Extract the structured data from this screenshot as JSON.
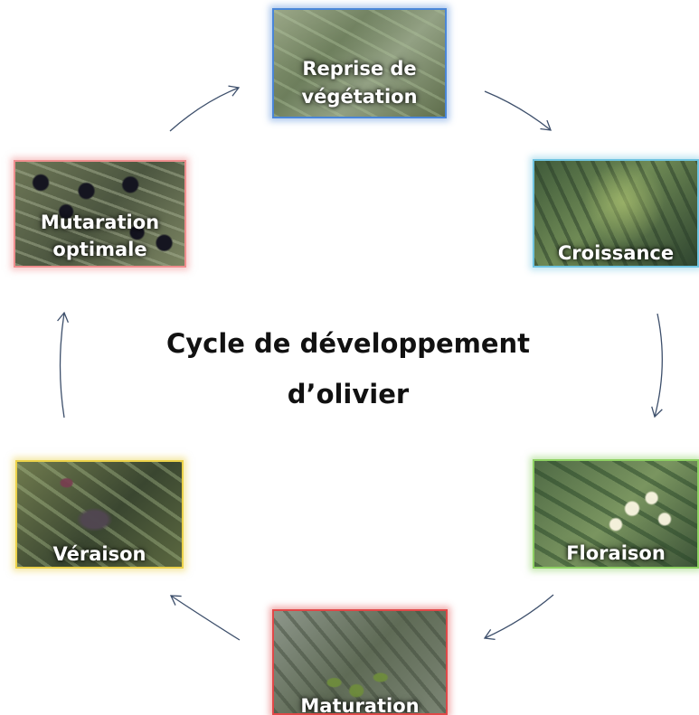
{
  "diagram": {
    "title_line1": "Cycle de développement",
    "title_line2": "d’olivier",
    "stages": [
      {
        "line1": "Reprise de",
        "line2": "végétation",
        "border": "#4a86d8",
        "glow": "#7fb0ec"
      },
      {
        "line1": "Croissance",
        "line2": "",
        "border": "#6fc3e0",
        "glow": "#9ed8ee"
      },
      {
        "line1": "Floraison",
        "line2": "",
        "border": "#8ed163",
        "glow": "#b5e39a"
      },
      {
        "line1": "Maturation",
        "line2": "",
        "border": "#e04848",
        "glow": "#ef8e8e"
      },
      {
        "line1": "Véraison",
        "line2": "",
        "border": "#ecd24a",
        "glow": "#f4e28e"
      },
      {
        "line1": "Mutaration",
        "line2": "optimale",
        "border": "#ef8e8e",
        "glow": "#f6bcbc"
      }
    ],
    "arrow_color": "#3d4f6b"
  }
}
